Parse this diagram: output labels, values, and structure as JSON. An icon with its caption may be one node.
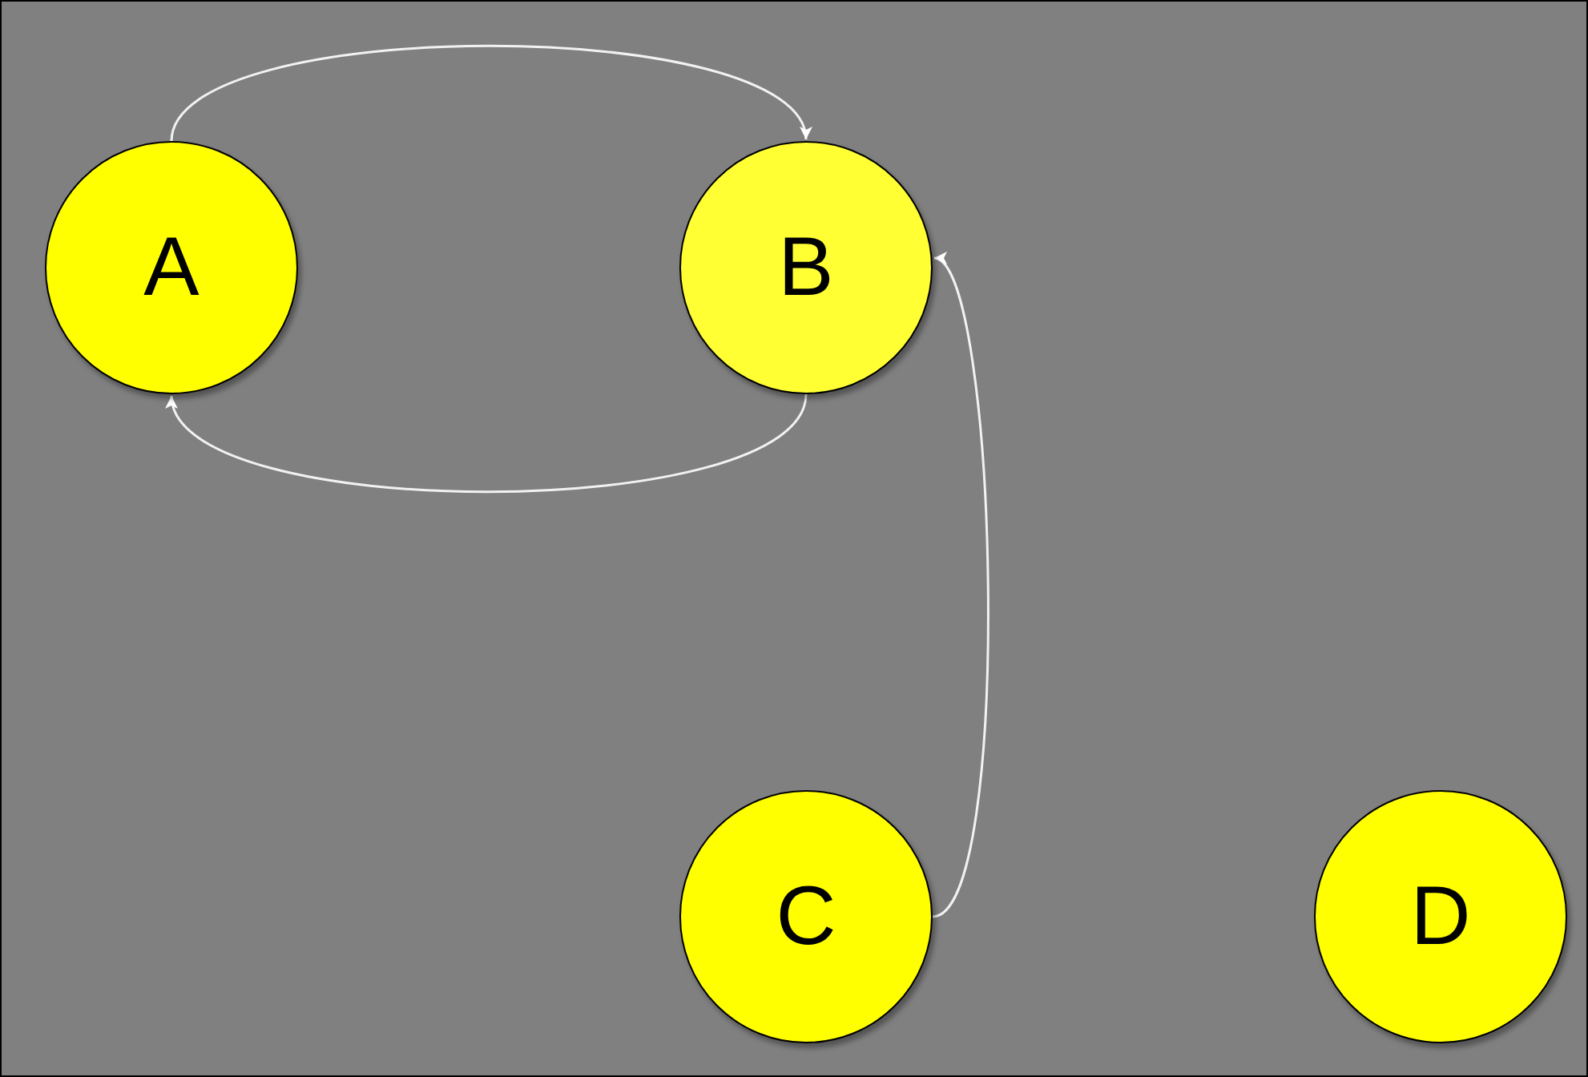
{
  "diagram": {
    "nodes": [
      {
        "text": [
          "A"
        ]
      },
      {
        "text": [
          "B"
        ]
      },
      {
        "text": [
          "C"
        ]
      },
      {
        "text": [
          "D"
        ]
      }
    ],
    "edges": [
      {
        "from": 0,
        "to": 1,
        "arrow": "to"
      },
      {
        "from": 1,
        "to": 0,
        "arrow": "to"
      },
      {
        "from": 2,
        "to": 1,
        "arrow": "to"
      }
    ]
  }
}
